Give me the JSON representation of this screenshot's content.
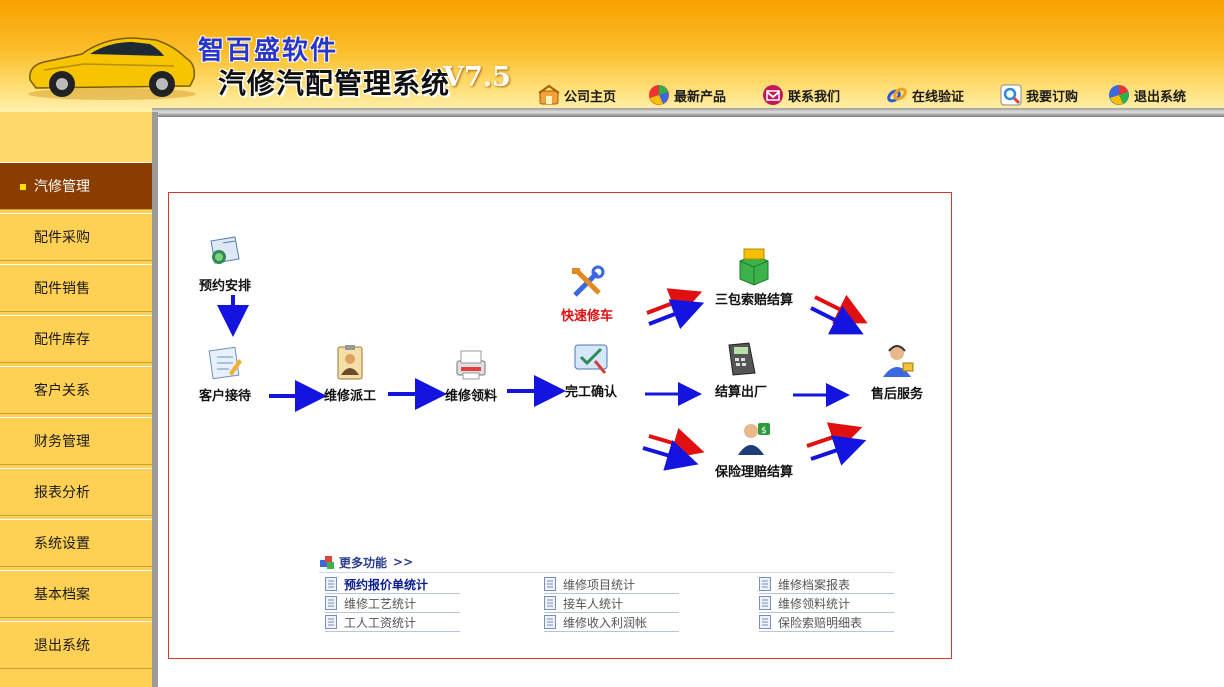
{
  "header": {
    "brand": "智百盛软件",
    "product": "汽修汽配管理系统",
    "version": "V7.5"
  },
  "topnav": [
    {
      "label": "公司主页",
      "icon": "home-icon"
    },
    {
      "label": "最新产品",
      "icon": "product-icon"
    },
    {
      "label": "联系我们",
      "icon": "contact-icon"
    },
    {
      "label": "在线验证",
      "icon": "verify-icon"
    },
    {
      "label": "我要订购",
      "icon": "order-icon"
    },
    {
      "label": "退出系统",
      "icon": "exit-icon"
    }
  ],
  "sidebar": {
    "items": [
      {
        "label": "汽修管理",
        "active": true
      },
      {
        "label": "配件采购"
      },
      {
        "label": "配件销售"
      },
      {
        "label": "配件库存"
      },
      {
        "label": "客户关系"
      },
      {
        "label": "财务管理"
      },
      {
        "label": "报表分析"
      },
      {
        "label": "系统设置"
      },
      {
        "label": "基本档案"
      },
      {
        "label": "退出系统"
      }
    ]
  },
  "flow": {
    "appointment": "预约安排",
    "reception": "客户接待",
    "dispatch": "维修派工",
    "parts_pickup": "维修领料",
    "quick_repair": "快速修车",
    "completion": "完工确认",
    "warranty_claim": "三包索赔结算",
    "checkout": "结算出厂",
    "insurance_claim": "保险理赔结算",
    "after_sales": "售后服务"
  },
  "more": {
    "title": "更多功能",
    "chevron": ">>",
    "links": [
      [
        "预约报价单统计",
        "维修项目统计",
        "维修档案报表"
      ],
      [
        "维修工艺统计",
        "接车人统计",
        "维修领料统计"
      ],
      [
        "工人工资统计",
        "维修收入利润帐",
        "保险索赔明细表"
      ]
    ]
  },
  "colors": {
    "header_orange": "#f7a100",
    "sidebar_yellow": "#fed054",
    "sidebar_active": "#8b3d00",
    "panel_border": "#e0322f",
    "arrow_blue": "#1414e0",
    "arrow_red": "#e01010"
  }
}
